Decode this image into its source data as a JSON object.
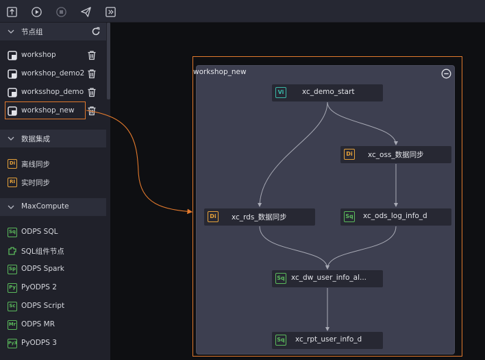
{
  "toolbar": {
    "buttons": [
      "submit-icon",
      "run-icon",
      "stop-icon",
      "publish-icon",
      "goto-ops-icon"
    ]
  },
  "sidebar": {
    "node_groups": {
      "title": "节点组",
      "items": [
        {
          "label": "workshop"
        },
        {
          "label": "workshop_demo2"
        },
        {
          "label": "worksshop_demo"
        },
        {
          "label": "workshop_new"
        }
      ]
    },
    "data_integration": {
      "title": "数据集成",
      "items": [
        {
          "icon": "Di",
          "label": "离线同步"
        },
        {
          "icon": "RI",
          "label": "实时同步"
        }
      ]
    },
    "maxcompute": {
      "title": "MaxCompute",
      "items": [
        {
          "icon": "Sq",
          "label": "ODPS SQL"
        },
        {
          "icon": "sql-component-icon",
          "label": "SQL组件节点"
        },
        {
          "icon": "Sp",
          "label": "ODPS Spark"
        },
        {
          "icon": "Py",
          "label": "PyODPS 2"
        },
        {
          "icon": "Sc",
          "label": "ODPS Script"
        },
        {
          "icon": "Mr",
          "label": "ODPS MR"
        },
        {
          "icon": "Py3",
          "label": "PyODPS 3"
        }
      ]
    }
  },
  "canvas": {
    "group_title": "workshop_new",
    "nodes": [
      {
        "id": "start",
        "icon": "Vi",
        "label": "xc_demo_start",
        "color": "teal"
      },
      {
        "id": "oss",
        "icon": "Di",
        "label": "xc_oss_数据同步",
        "color": "orange"
      },
      {
        "id": "rds",
        "icon": "Di",
        "label": "xc_rds_数据同步",
        "color": "orange"
      },
      {
        "id": "ods",
        "icon": "Sq",
        "label": "xc_ods_log_info_d",
        "color": "green"
      },
      {
        "id": "dw",
        "icon": "Sq",
        "label": "xc_dw_user_info_al...",
        "color": "green"
      },
      {
        "id": "rpt",
        "icon": "Sq",
        "label": "xc_rpt_user_info_d",
        "color": "green"
      }
    ]
  },
  "colors": {
    "accent_orange": "#e37a2d",
    "tag_orange": "#e8a33a",
    "tag_green": "#5bbb5c",
    "tag_teal": "#3ab9a9"
  }
}
